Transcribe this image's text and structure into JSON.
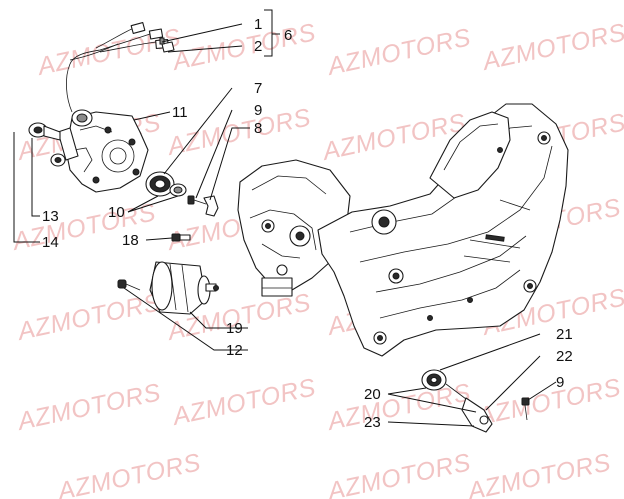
{
  "watermark": "AZMOTORS",
  "callouts": {
    "c1": "1",
    "c2": "2",
    "c6": "6",
    "c7": "7",
    "c9a": "9",
    "c8": "8",
    "c11": "11",
    "c10": "10",
    "c13": "13",
    "c14": "14",
    "c18": "18",
    "c19": "19",
    "c12": "12",
    "c21": "21",
    "c22": "22",
    "c20": "20",
    "c23": "23",
    "c9b": "9"
  }
}
